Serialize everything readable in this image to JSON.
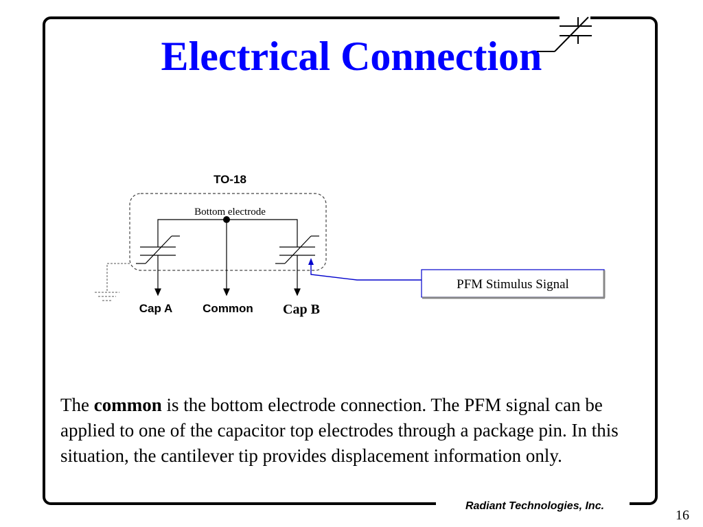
{
  "slide": {
    "title": "Electrical Connection",
    "page_number": "16",
    "company": "Radiant Technologies, Inc."
  },
  "diagram": {
    "package_label": "TO-18",
    "electrode_label": "Bottom electrode",
    "pin_labels": {
      "cap_a": "Cap A",
      "common": "Common",
      "cap_b": "Cap B"
    },
    "signal_label": "PFM Stimulus Signal",
    "colors": {
      "signal": "#0000cc",
      "title": "#0000ff"
    }
  },
  "body": {
    "text_before": "The ",
    "bold_word": "common",
    "text_after": " is the bottom electrode connection.  The PFM signal can be applied to one of the capacitor top electrodes through a package pin.  In this situation, the cantilever tip provides displacement information only."
  }
}
